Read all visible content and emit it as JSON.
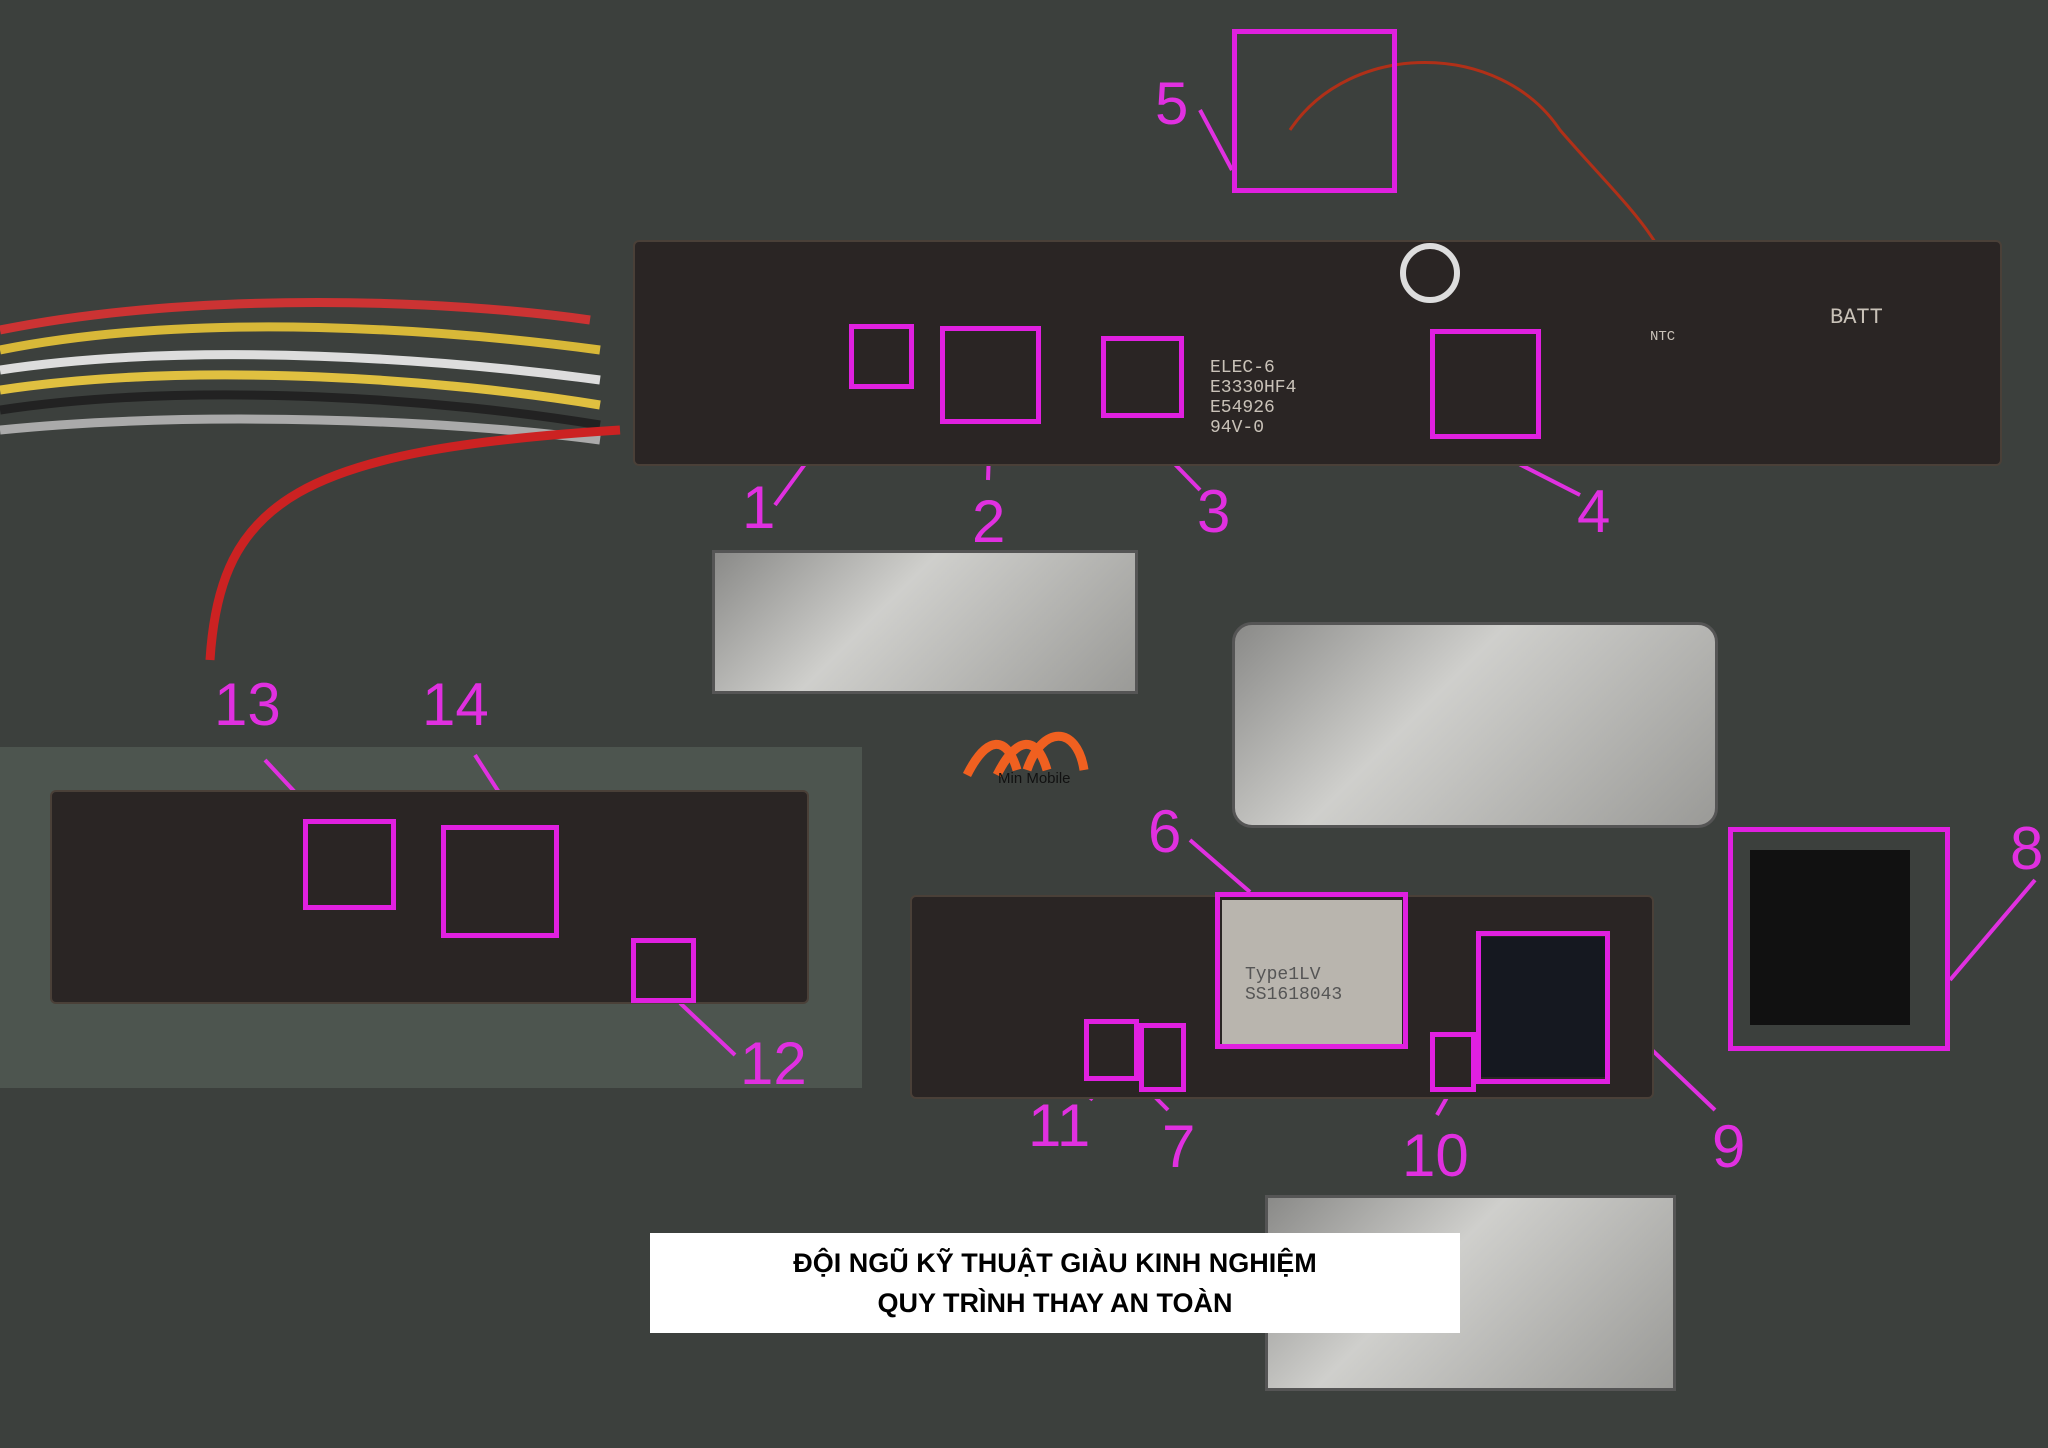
{
  "caption": {
    "line1": "ĐỘI NGŨ KỸ THUẬT GIÀU KINH NGHIỆM",
    "line2": "QUY TRÌNH THAY AN TOÀN"
  },
  "logo": {
    "text": "Min Mobile",
    "color": "#f06020"
  },
  "board_markings": {
    "elec": "ELEC-6",
    "code1": "E3330HF4",
    "code2": "E54926",
    "rating": "94V-0",
    "batt": "BATT",
    "ntc": "NTC",
    "chip6_line1": "Type1LV",
    "chip6_line2": "SS1618043"
  },
  "callouts": [
    "1",
    "2",
    "3",
    "4",
    "5",
    "6",
    "7",
    "8",
    "9",
    "10",
    "11",
    "12",
    "13",
    "14"
  ],
  "highlight_color": "#e020e0"
}
